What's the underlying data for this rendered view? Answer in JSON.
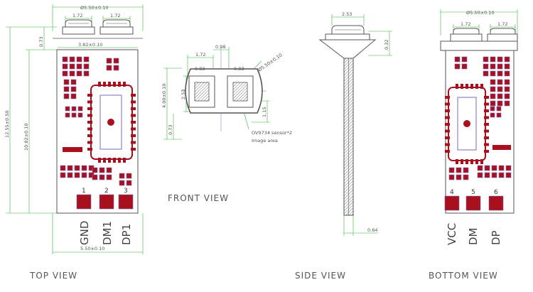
{
  "views": {
    "top": {
      "title": "TOP VIEW",
      "dims": {
        "diameter": "Ø5.50±0.10",
        "lens_w1": "1.72",
        "lens_w2": "1.72",
        "board_w": "3.82±0.10",
        "lens_h": "0.73",
        "total_h": "12.55±0.50",
        "board_h": "10.82±0.10",
        "bottom_w": "5.50±0.10"
      },
      "pins": [
        {
          "num": "1",
          "name": "GND"
        },
        {
          "num": "2",
          "name": "DM1"
        },
        {
          "num": "3",
          "name": "DP1"
        }
      ]
    },
    "front": {
      "title": "FRONT VIEW",
      "dims": {
        "pitch": "1.72",
        "gap": "0.98",
        "diameter": "Ø5.50±0.10",
        "sensor_w1": "0.83",
        "sensor_w2": "0.83",
        "height": "4.00±0.10",
        "sensor_h": "2.53",
        "offset_r": "1.15",
        "offset_b": "0.73"
      },
      "annotation_line1": "OV9734 sensor*2",
      "annotation_line2": "Image area"
    },
    "side": {
      "title": "SIDE VIEW",
      "dims": {
        "head_w": "2.53",
        "head_h": "0.32",
        "stem_w": "0.64"
      }
    },
    "bottom": {
      "title": "BOTTOM VIEW",
      "dims": {
        "diameter": "Ø5.50±0.10",
        "lens_w1": "1.72",
        "lens_w2": "1.72"
      },
      "pins": [
        {
          "num": "4",
          "name": "VCC"
        },
        {
          "num": "5",
          "name": "DM"
        },
        {
          "num": "6",
          "name": "DP"
        }
      ]
    }
  },
  "colors": {
    "pad": "#a8101e",
    "outline": "#7a6ab8",
    "dim_line": "#33b833",
    "body": "#555555",
    "sensor_fill": "#c8c8c8"
  }
}
